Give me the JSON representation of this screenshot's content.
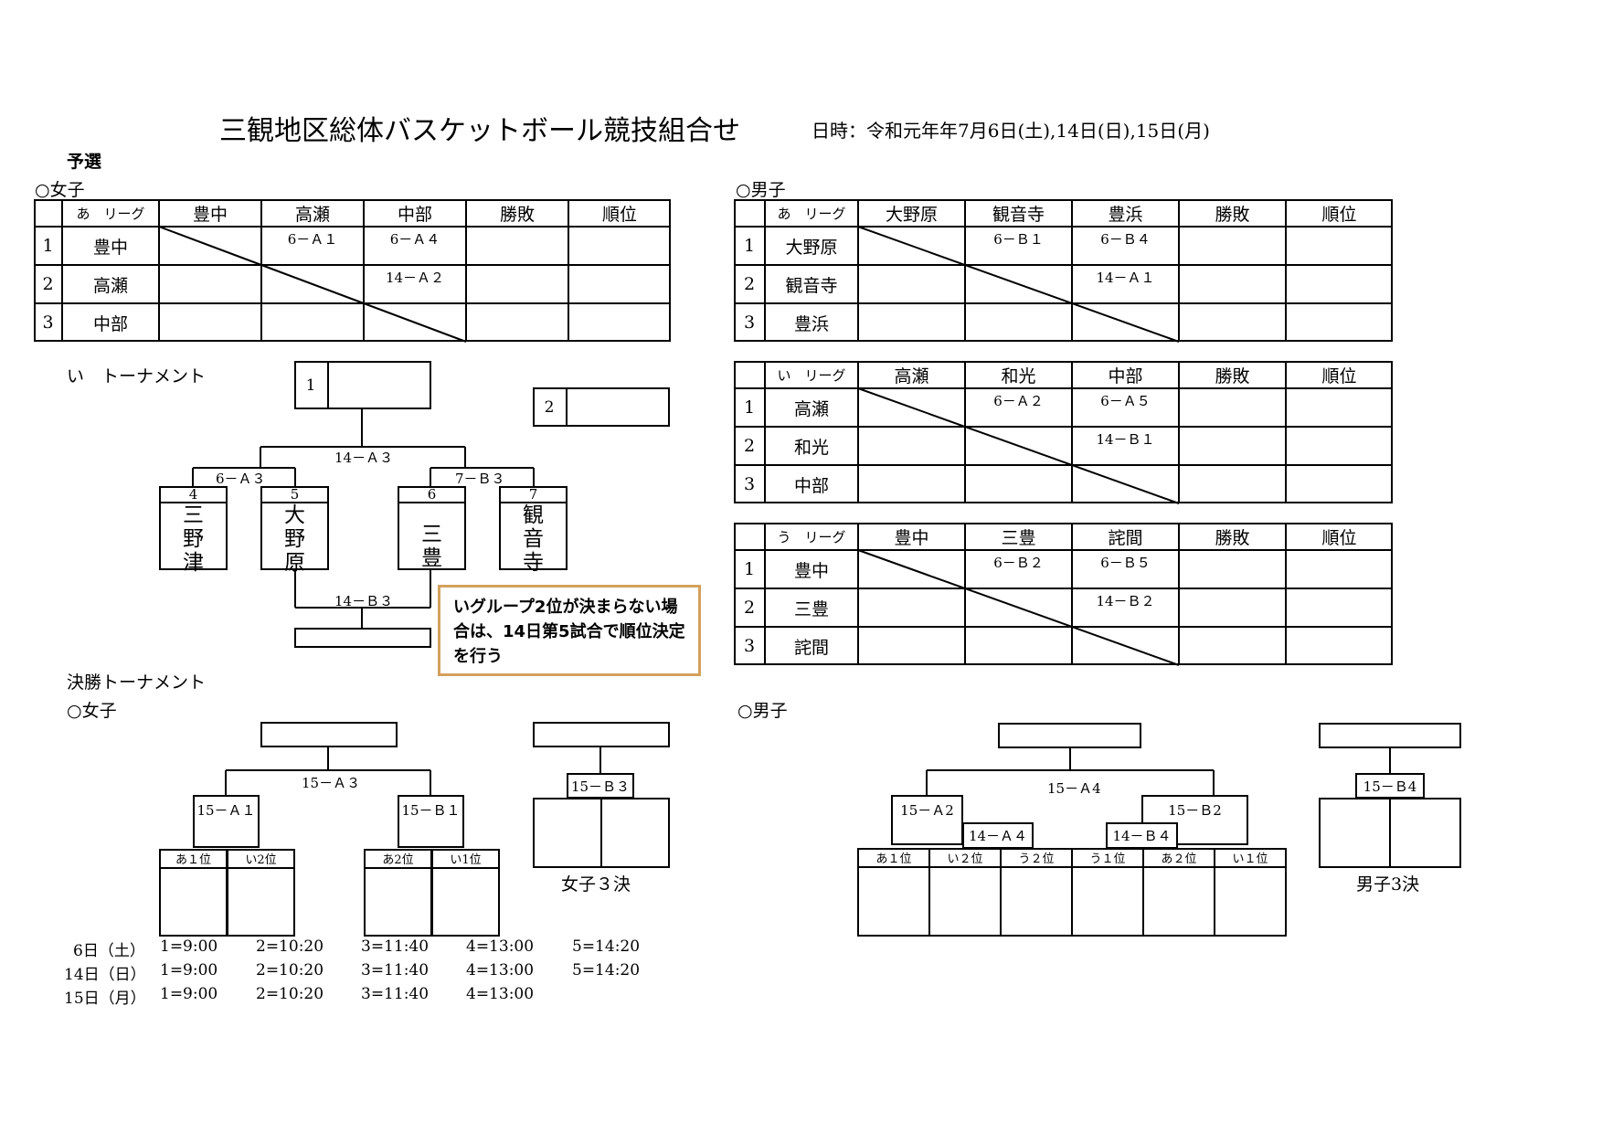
{
  "title": "三観地区総体バスケットボール競技組合せ",
  "date": "日時：令和元年年7月6日(土),14日(日),15日(月)",
  "prelim_label": "予選",
  "women": {
    "label": "○女子",
    "league_a": {
      "name": "あ　リーグ",
      "cols": [
        "豊中",
        "高瀬",
        "中部",
        "勝敗",
        "順位"
      ],
      "rows": [
        {
          "no": "1",
          "team": "豊中",
          "cells": [
            "",
            "6－Ａ１",
            "6－Ａ４",
            "",
            ""
          ]
        },
        {
          "no": "2",
          "team": "高瀬",
          "cells": [
            "",
            "",
            "14－Ａ２",
            "",
            ""
          ]
        },
        {
          "no": "3",
          "team": "中部",
          "cells": [
            "",
            "",
            "",
            "",
            ""
          ]
        }
      ]
    },
    "tournament_i": {
      "label": "い　トーナメント",
      "rank1": "1",
      "rank2": "2",
      "final_game": "14－Ａ３",
      "left_game": "6－Ａ３",
      "right_game": "7－Ｂ３",
      "third_game": "14－Ｂ３",
      "teams": [
        {
          "no": "4",
          "name": [
            "三",
            "野",
            "津"
          ]
        },
        {
          "no": "5",
          "name": [
            "大",
            "野",
            "原"
          ]
        },
        {
          "no": "6",
          "name": [
            "三",
            "豊"
          ]
        },
        {
          "no": "7",
          "name": [
            "観",
            "音",
            "寺"
          ]
        }
      ]
    },
    "note": "いグループ2位が決まらない場合は、14日第5試合で順位決定を行う"
  },
  "men": {
    "label": "○男子",
    "leagues": [
      {
        "name": "あ　リーグ",
        "cols": [
          "大野原",
          "観音寺",
          "豊浜",
          "勝敗",
          "順位"
        ],
        "rows": [
          {
            "no": "1",
            "team": "大野原",
            "cells": [
              "",
              "6－Ｂ１",
              "6－Ｂ４",
              "",
              ""
            ]
          },
          {
            "no": "2",
            "team": "観音寺",
            "cells": [
              "",
              "",
              "14－Ａ１",
              "",
              ""
            ]
          },
          {
            "no": "3",
            "team": "豊浜",
            "cells": [
              "",
              "",
              "",
              "",
              ""
            ]
          }
        ]
      },
      {
        "name": "い　リーグ",
        "cols": [
          "高瀬",
          "和光",
          "中部",
          "勝敗",
          "順位"
        ],
        "rows": [
          {
            "no": "1",
            "team": "高瀬",
            "cells": [
              "",
              "6－Ａ２",
              "6－Ａ５",
              "",
              ""
            ]
          },
          {
            "no": "2",
            "team": "和光",
            "cells": [
              "",
              "",
              "14－Ｂ１",
              "",
              ""
            ]
          },
          {
            "no": "3",
            "team": "中部",
            "cells": [
              "",
              "",
              "",
              "",
              ""
            ]
          }
        ]
      },
      {
        "name": "う　リーグ",
        "cols": [
          "豊中",
          "三豊",
          "詫間",
          "勝敗",
          "順位"
        ],
        "rows": [
          {
            "no": "1",
            "team": "豊中",
            "cells": [
              "",
              "6－Ｂ２",
              "6－Ｂ５",
              "",
              ""
            ]
          },
          {
            "no": "2",
            "team": "三豊",
            "cells": [
              "",
              "",
              "14－Ｂ２",
              "",
              ""
            ]
          },
          {
            "no": "3",
            "team": "詫間",
            "cells": [
              "",
              "",
              "",
              "",
              ""
            ]
          }
        ]
      }
    ]
  },
  "final": {
    "label": "決勝トーナメント",
    "women_label": "○女子",
    "men_label": "○男子",
    "women": {
      "final_game": "15－Ａ３",
      "semi_left": "15－Ａ１",
      "semi_right": "15－Ｂ１",
      "third_game": "15－Ｂ３",
      "third_label": "女子３決",
      "seeds": [
        "あ１位",
        "い2位",
        "あ2位",
        "い1位"
      ]
    },
    "men": {
      "final_game": "15－Ａ4",
      "semi_left": "15－Ａ2",
      "semi_right": "15－Ｂ2",
      "qf_left": "14－Ａ４",
      "qf_right": "14－Ｂ４",
      "third_game": "15－Ｂ4",
      "third_label": "男子3決",
      "seeds": [
        "あ１位",
        "い２位",
        "う２位",
        "う１位",
        "あ２位",
        "い１位"
      ]
    }
  },
  "schedule": [
    {
      "day": "6日（土）",
      "times": [
        "1=9:00",
        "2=10:20",
        "3=11:40",
        "4=13:00",
        "5=14:20"
      ]
    },
    {
      "day": "14日（日）",
      "times": [
        "1=9:00",
        "2=10:20",
        "3=11:40",
        "4=13:00",
        "5=14:20"
      ]
    },
    {
      "day": "15日（月）",
      "times": [
        "1=9:00",
        "2=10:20",
        "3=11:40",
        "4=13:00"
      ]
    }
  ]
}
